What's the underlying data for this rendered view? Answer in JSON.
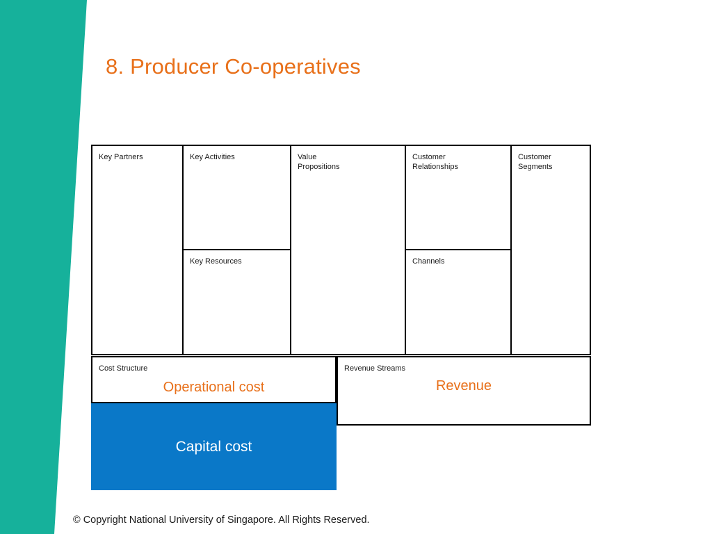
{
  "slide": {
    "title": "8. Producer Co-operatives",
    "title_color": "#e8701a",
    "accent_color": "#16b19b",
    "highlight_block_color": "#0a78c8",
    "copyright": "© Copyright National University of Singapore. All Rights Reserved."
  },
  "canvas": {
    "key_partners": {
      "label": "Key Partners"
    },
    "key_activities": {
      "label": "Key Activities"
    },
    "key_resources": {
      "label": "Key Resources"
    },
    "value_propositions": {
      "label": "Value\nPropositions"
    },
    "customer_relationships": {
      "label": "Customer\nRelationships"
    },
    "channels": {
      "label": "Channels"
    },
    "customer_segments": {
      "label": "Customer\nSegments"
    },
    "cost_structure": {
      "label": "Cost Structure",
      "entry": "Operational cost"
    },
    "revenue_streams": {
      "label": "Revenue Streams",
      "entry": "Revenue"
    },
    "capital_cost": {
      "entry": "Capital cost"
    }
  }
}
